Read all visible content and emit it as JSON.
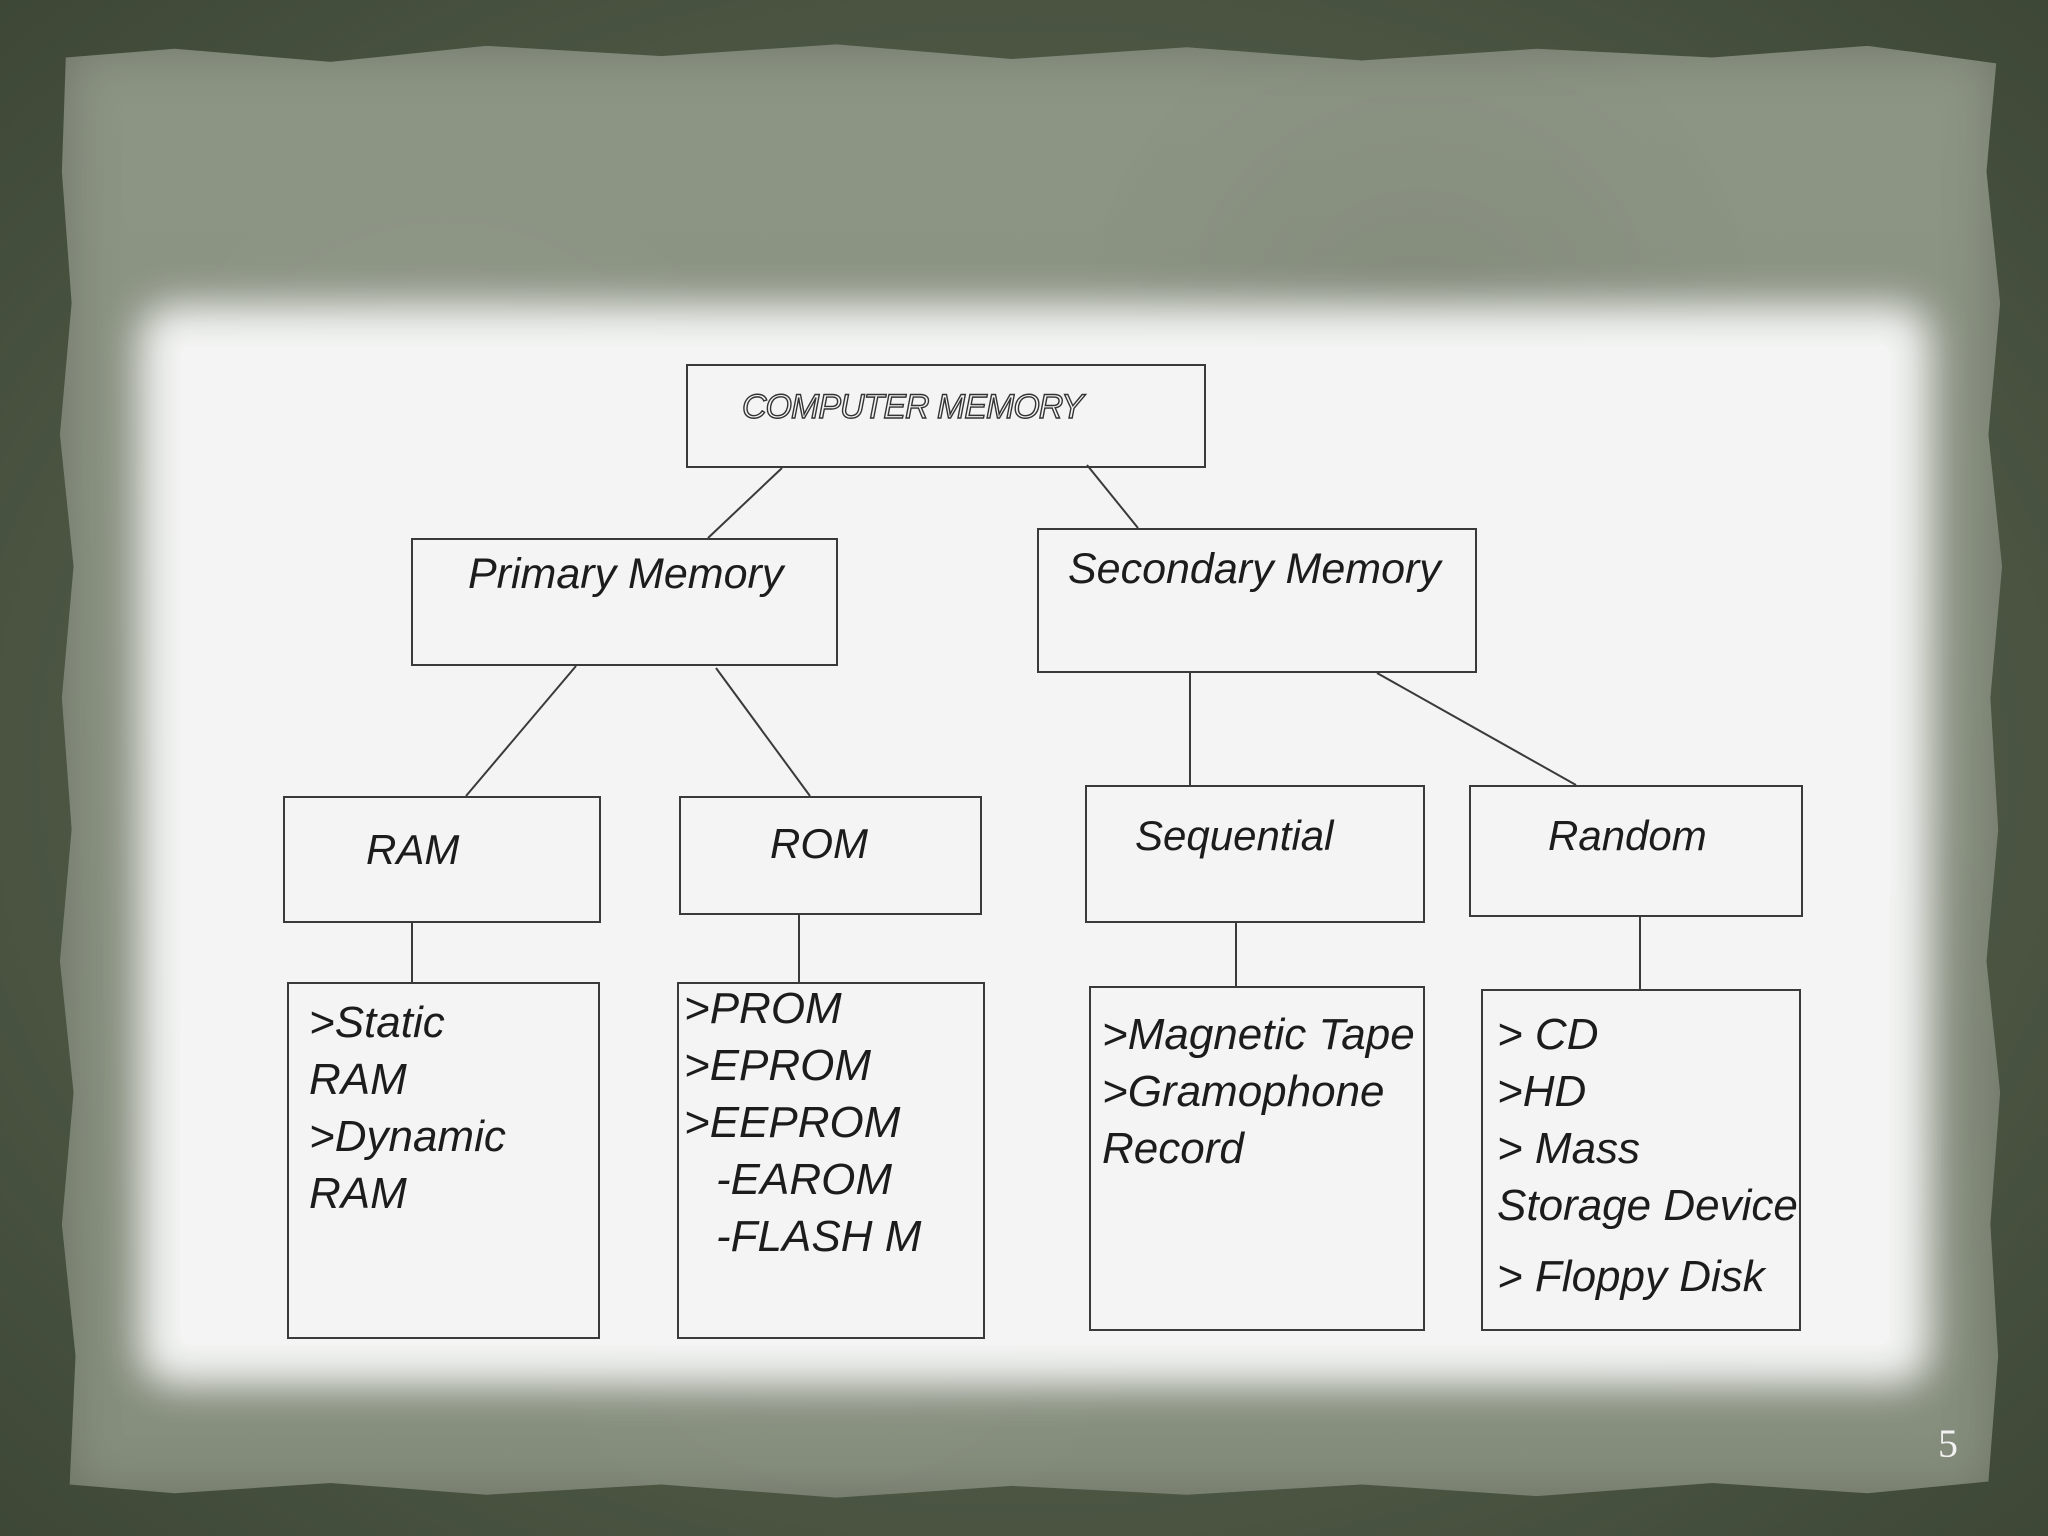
{
  "diagram": {
    "root": "COMPUTER MEMORY",
    "primary": "Primary Memory",
    "secondary": "Secondary Memory",
    "ram": "RAM",
    "rom": "ROM",
    "sequential": "Sequential",
    "random": "Random",
    "ram_types": [
      ">Static",
      "RAM",
      ">Dynamic",
      "RAM"
    ],
    "rom_types": [
      ">PROM",
      ">EPROM",
      ">EEPROM",
      "-EAROM",
      "-FLASH M"
    ],
    "sequential_types": [
      ">Magnetic Tape",
      ">Gramophone",
      "Record"
    ],
    "random_types": [
      "> CD",
      ">HD",
      "> Mass",
      "Storage Device",
      "> Floppy Disk"
    ]
  },
  "page_number": "5"
}
